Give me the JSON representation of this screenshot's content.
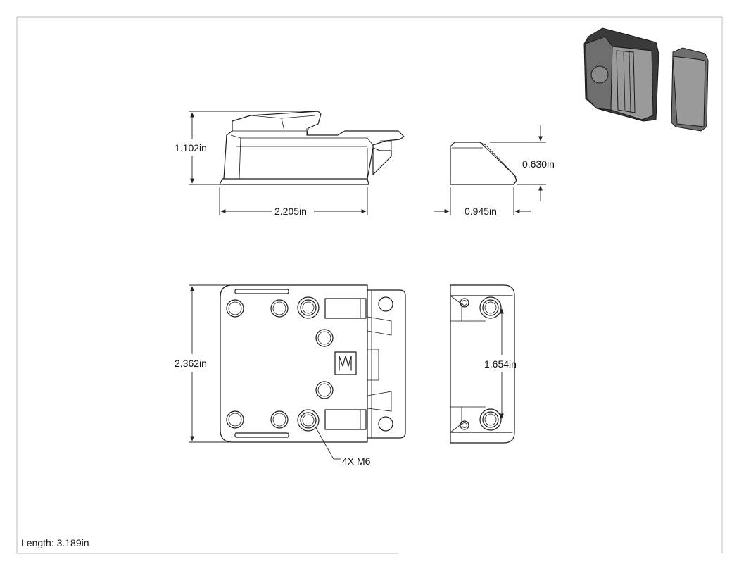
{
  "dimensions": {
    "side_height": "1.102in",
    "side_width": "2.205in",
    "end_height": "0.630in",
    "end_width": "0.945in",
    "top_height": "2.362in",
    "hole_spacing": "1.654in",
    "hole_callout": "4X M6"
  },
  "footer": {
    "length": "Length: 3.189in"
  },
  "icons": {
    "spring": "spring-symbol-icon",
    "iso_view": "isometric-render-icon"
  }
}
